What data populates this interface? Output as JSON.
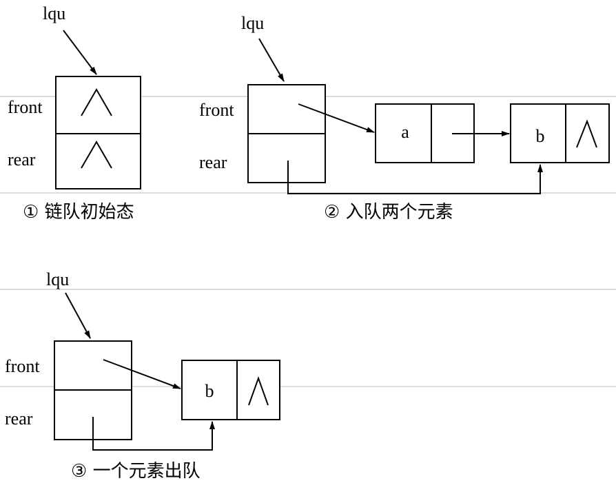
{
  "labels": {
    "head": "lqu",
    "front": "front",
    "rear": "rear"
  },
  "null_symbol": "∧",
  "panels": [
    {
      "id": "state1",
      "caption": "① 链队初始态",
      "nodes": []
    },
    {
      "id": "state2",
      "caption": "② 入队两个元素",
      "nodes": [
        "a",
        "b"
      ]
    },
    {
      "id": "state3",
      "caption": "③ 一个元素出队",
      "nodes": [
        "b"
      ]
    }
  ]
}
